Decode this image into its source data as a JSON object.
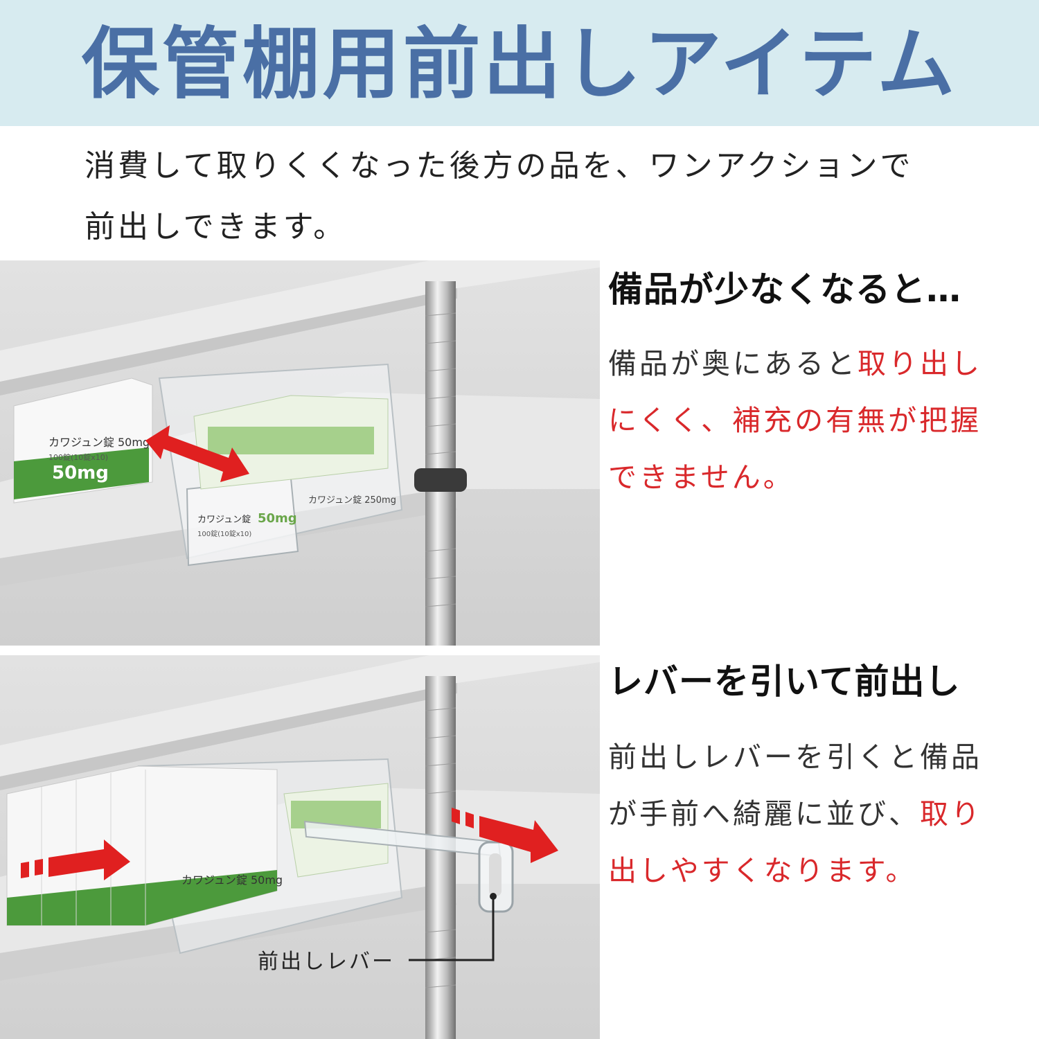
{
  "banner": {
    "title": "保管棚用前出しアイテム"
  },
  "intro": {
    "line1": "消費して取りくくなった後方の品を、ワンアクションで",
    "line2": "前出しできます。"
  },
  "panel1": {
    "heading": "備品が少なくなると…",
    "body_1": "備品が奥にあると",
    "body_red_1": "取り出し",
    "body_red_2": "にくく、補充の有無が把握",
    "body_red_3": "できません。"
  },
  "panel2": {
    "heading": "レバーを引いて前出し",
    "body_1": "前出しレバーを引くと備品",
    "body_2": "が手前へ綺麗に並び、",
    "body_red_1": "取り",
    "body_red_2": "出しやすくなります。",
    "lever_label": "前出しレバー"
  },
  "product_labels": {
    "name": "カワジュン錠",
    "name_50": "カワジュン錠 50mg",
    "name_250": "カワジュン錠 250mg",
    "count": "100錠(10錠x10)",
    "dose_50": "50mg",
    "dose_50_large": "50",
    "unit_mg": "mg",
    "box_number": "50"
  },
  "colors": {
    "banner_bg": "#d7ebf0",
    "title": "#4a6fa5",
    "accent_red": "#d9282b",
    "box_green": "#4c9a3c",
    "pale_green": "#8fc46f"
  }
}
